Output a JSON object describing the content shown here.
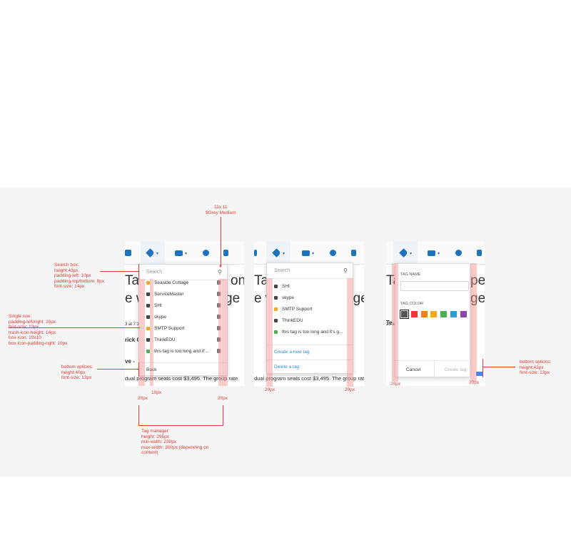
{
  "annotations": {
    "top_label": [
      "11x 11",
      "$Grey Medium"
    ],
    "search_box": [
      "Search box:",
      "height:43px",
      "padding-left: 10px",
      "padding-top/bottom: 8px",
      "font-size: 14px"
    ],
    "single_row": [
      "Single row:",
      "padding-left/right: 20px",
      "font-size: 13px",
      "trash-icon-height: 14px",
      "box-icon: 10x10",
      "box-icon-padding-right: 10px"
    ],
    "bottom_options_left": [
      "bottom options:",
      "height:40px",
      "font-size: 13px"
    ],
    "tag_manager": [
      "Tag manager:",
      "height: 295px",
      "min-width: 230px",
      "max-width: 300px (depending on",
      "content)"
    ],
    "bottom_options_right": [
      "bottom options:",
      "height:42px",
      "font-size: 13px"
    ],
    "dim_20px": "20px",
    "dim_10px": "10px"
  },
  "panel1": {
    "search_placeholder": "Search",
    "rows": [
      {
        "label": "Seaside Cottage",
        "color": "#f5a623"
      },
      {
        "label": "ServiceMaster",
        "color": "#444444"
      },
      {
        "label": "SHI",
        "color": "#444444"
      },
      {
        "label": "skype",
        "color": "#444444"
      },
      {
        "label": "SMTP Support",
        "color": "#f5a623"
      },
      {
        "label": "ThinkEDU",
        "color": "#444444"
      },
      {
        "label": "this tag is too long and it'...",
        "color": "#4caf50"
      }
    ],
    "back_label": "Back",
    "bg_fragments": [
      "Ta",
      "on",
      "e w",
      "ge",
      "3 at 7:1",
      "rick C",
      "ve -",
      "dual program seats cost $3,495. The group rate"
    ]
  },
  "panel2": {
    "search_placeholder": "Search",
    "rows": [
      {
        "label": "SHI",
        "color": "#444444"
      },
      {
        "label": "skype",
        "color": "#444444"
      },
      {
        "label": "SMTP Support",
        "color": "#f5a623"
      },
      {
        "label": "ThinkEDU",
        "color": "#444444"
      },
      {
        "label": "this tag is too long and it's g...",
        "color": "#4caf50"
      }
    ],
    "create_label": "Create a new tag",
    "delete_label": "Delete a tag",
    "bg_fragments": [
      "Ta",
      "e w",
      "age",
      "dual program seats cost $3,495. The group rate"
    ]
  },
  "panel3": {
    "tag_name_label": "TAG NAME",
    "tag_color_label": "TAG COLOR",
    "colors": [
      "#555555",
      "#e53935",
      "#f57c2c",
      "#f5a623",
      "#4caf50",
      "#2e9bd6",
      "#8e44ad"
    ],
    "cancel_label": "Cancel",
    "create_label": "Create tag",
    "bg_fragments": [
      "Ta",
      "pe",
      "ge",
      "23 at",
      "Te"
    ]
  },
  "colors": {
    "accent": "#1e73be",
    "annotation": "#e53935",
    "link": "#2e8bd6"
  }
}
